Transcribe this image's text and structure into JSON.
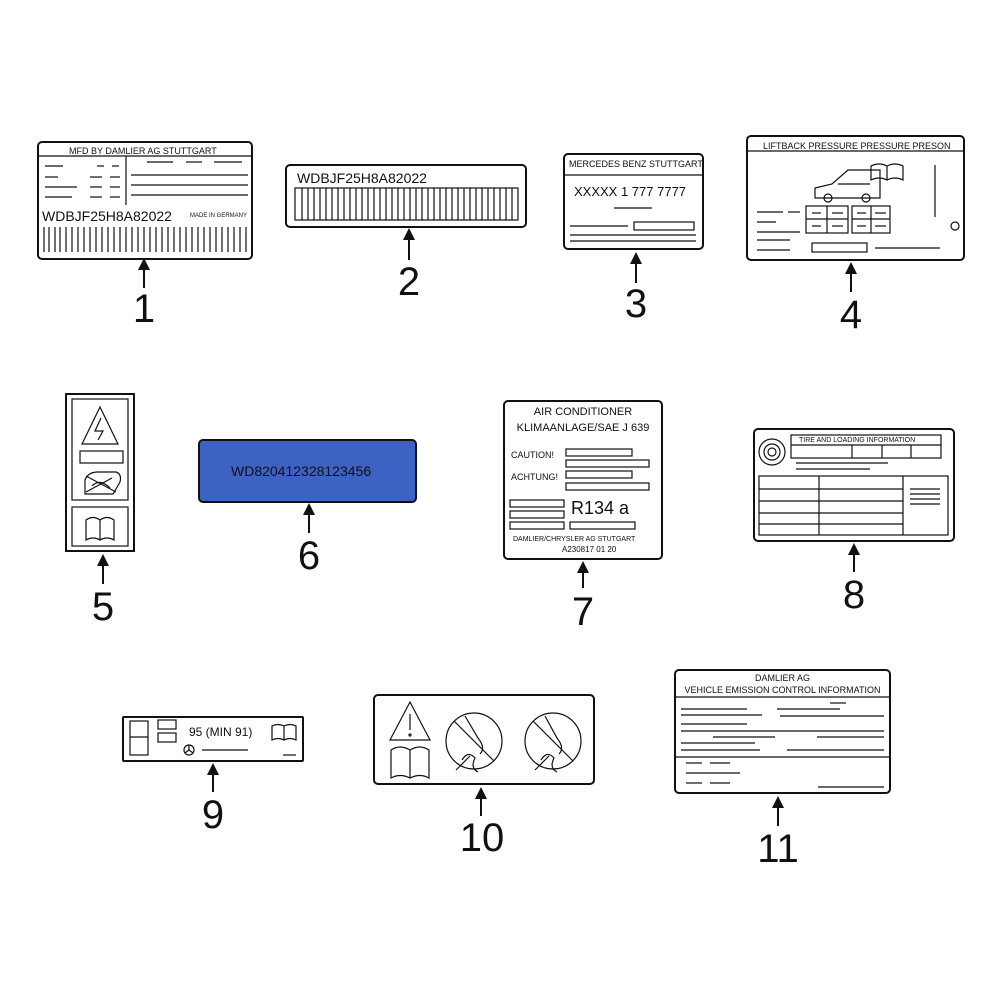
{
  "labels": {
    "l1": {
      "header": "MFD BY DAMLIER AG STUTTGART",
      "vin": "WDBJF25H8A82022",
      "made_in": "MADE IN GERMANY"
    },
    "l2": {
      "vin": "WDBJF25H8A82022"
    },
    "l3": {
      "header": "MERCEDES BENZ STUTTGART",
      "code": "XXXXX 1 777 7777"
    },
    "l4": {
      "header": "LIFTBACK PRESSURE PRESSURE PRESON"
    },
    "l6": {
      "code": "WD820412328123456",
      "color": "#3d62c4"
    },
    "l7": {
      "title1": "AIR CONDITIONER",
      "title2": "KLIMAANLAGE/SAE J 639",
      "caution": "CAUTION!",
      "achtung": "ACHTUNG!",
      "refrigerant": "R134 a",
      "maker": "DAMLIER/CHRYSLER AG STUTGART",
      "part": "A230817 01 20"
    },
    "l8": {
      "header": "TIRE AND LOADING INFORMATION"
    },
    "l9": {
      "fuel": "95 (MIN 91)"
    },
    "l11": {
      "line1": "DAMLIER AG",
      "line2": "VEHICLE EMISSION CONTROL INFORMATION"
    }
  },
  "callouts": [
    "1",
    "2",
    "3",
    "4",
    "5",
    "6",
    "7",
    "8",
    "9",
    "10",
    "11"
  ],
  "icons": [
    "lightning-warning-icon",
    "no-smoking-icon",
    "manual-book-icon",
    "warning-triangle-icon",
    "no-hand-fan-icon",
    "mercedes-star-icon",
    "car-icon",
    "tire-icon"
  ]
}
